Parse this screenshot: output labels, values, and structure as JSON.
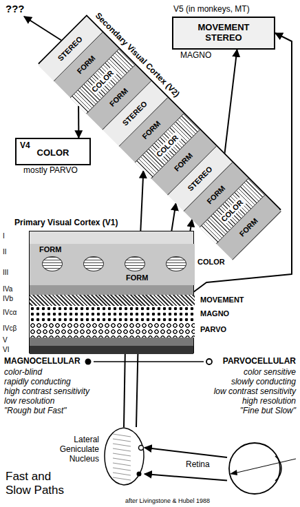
{
  "diagram": {
    "title": "Fast and Slow Paths",
    "caption": "after Livingstone & Hubel 1988",
    "nodes": [
      {
        "text": [
          "Secondary Visual Cortex (V2)"
        ]
      },
      {
        "text": [
          "STEREO"
        ],
        "in": 0
      },
      {
        "text": [
          "FORM"
        ],
        "in": 0
      },
      {
        "text": [
          "COLOR"
        ],
        "in": 0
      },
      {
        "text": [
          "FORM"
        ],
        "in": 0
      },
      {
        "text": [
          "STEREO"
        ],
        "in": 0
      },
      {
        "text": [
          "FORM"
        ],
        "in": 0
      },
      {
        "text": [
          "COLOR"
        ],
        "in": 0
      },
      {
        "text": [
          "FORM"
        ],
        "in": 0
      },
      {
        "text": [
          "STEREO"
        ],
        "in": 0
      },
      {
        "text": [
          "FORM"
        ],
        "in": 0
      },
      {
        "text": [
          "COLOR"
        ],
        "in": 0
      },
      {
        "text": [
          "FORM"
        ],
        "in": 0
      },
      {
        "text": [
          "???"
        ]
      },
      {
        "text": [
          "V5 (in monkeys, MT)",
          "MOVEMENT STEREO",
          "MAGNO"
        ]
      },
      {
        "text": [
          "V4",
          "COLOR",
          "mostly PARVO"
        ]
      },
      {
        "text": [
          "Primary Visual Cortex (V1)"
        ]
      },
      {
        "text": [
          "FORM",
          "FORM"
        ],
        "in": 16
      },
      {
        "text": [
          "COLOR"
        ],
        "in": 17
      },
      {
        "text": [
          "MOVEMENT"
        ],
        "in": 16
      },
      {
        "text": [
          "MAGNO"
        ],
        "in": 16
      },
      {
        "text": [
          "PARVO"
        ],
        "in": 16
      },
      {
        "text": [
          "Lateral Geniculate Nucleus"
        ]
      },
      {
        "text": [
          "Retina"
        ]
      }
    ],
    "edges": [
      {
        "from": 23,
        "to": 22,
        "arrow": "to"
      },
      {
        "from": 23,
        "to": 22,
        "arrow": "to"
      },
      {
        "from": 22,
        "to": 20,
        "arrow": "to"
      },
      {
        "from": 22,
        "to": 21,
        "arrow": "to"
      },
      {
        "from": 20,
        "to": 19,
        "arrow": "to"
      },
      {
        "from": 21,
        "to": 18,
        "arrow": "to"
      },
      {
        "from": 21,
        "to": 17,
        "arrow": "to"
      },
      {
        "from": 18,
        "to": 7,
        "arrow": "to"
      },
      {
        "from": 17,
        "to": 10,
        "arrow": "to"
      },
      {
        "from": 19,
        "to": 9,
        "arrow": "to"
      },
      {
        "from": 19,
        "to": 14,
        "arrow": "to"
      },
      {
        "from": 9,
        "to": 14,
        "arrow": "to"
      },
      {
        "from": 3,
        "to": 15,
        "arrow": "to"
      },
      {
        "from": 1,
        "to": 13,
        "arrow": "to"
      }
    ],
    "labels": [
      "I",
      "II",
      "III",
      "IVa",
      "IVb",
      "IVcα",
      "IVcβ",
      "V",
      "VI",
      "MAGNOCELLULAR",
      "color-blind",
      "rapidly conducting",
      "high contrast sensitivity",
      "low resolution",
      "\"Rough but Fast\"",
      "PARVOCELLULAR",
      "color sensitive",
      "slowly conducting",
      "low contrast sensitivity",
      "high resolution",
      "\"Fine but Slow\""
    ]
  }
}
